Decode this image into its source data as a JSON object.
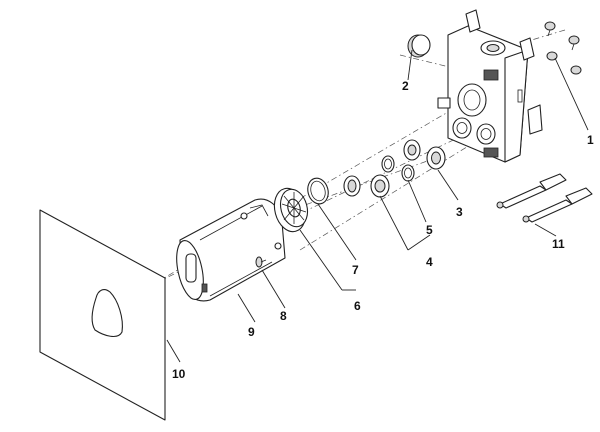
{
  "callouts": [
    {
      "id": "c1",
      "label": "1"
    },
    {
      "id": "c2",
      "label": "2"
    },
    {
      "id": "c3",
      "label": "3"
    },
    {
      "id": "c4",
      "label": "4"
    },
    {
      "id": "c5",
      "label": "5"
    },
    {
      "id": "c6",
      "label": "6"
    },
    {
      "id": "c7",
      "label": "7"
    },
    {
      "id": "c8",
      "label": "8"
    },
    {
      "id": "c9",
      "label": "9"
    },
    {
      "id": "c10",
      "label": "10"
    },
    {
      "id": "c11",
      "label": "11"
    }
  ],
  "colors": {
    "line": "#222222",
    "shade": "#d9d9d9",
    "background": "#ffffff"
  }
}
